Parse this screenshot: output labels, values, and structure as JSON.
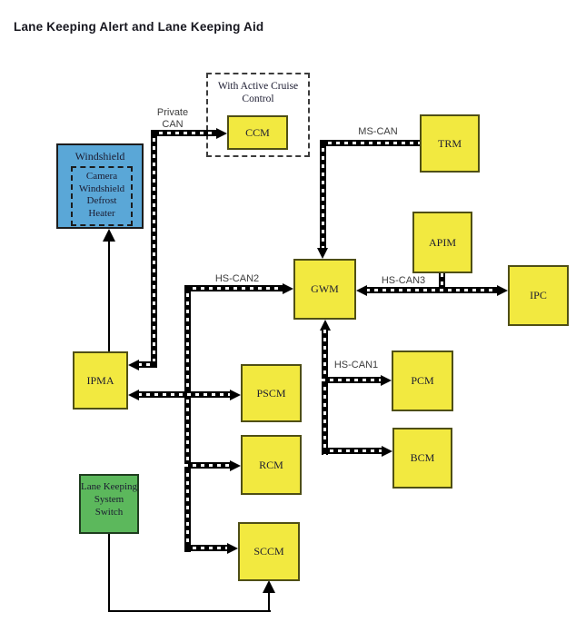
{
  "title": "Lane Keeping Alert and Lane Keeping Aid",
  "nodes": {
    "acc_group": "With Active Cruise Control",
    "ccm": "CCM",
    "trm": "TRM",
    "windshield": "Windshield",
    "camera_heater": "Camera Windshield Defrost Heater",
    "apim": "APIM",
    "gwm": "GWM",
    "ipc": "IPC",
    "ipma": "IPMA",
    "pscm": "PSCM",
    "rcm": "RCM",
    "sccm": "SCCM",
    "pcm": "PCM",
    "bcm": "BCM",
    "switch": "Lane Keeping System Switch"
  },
  "bus_labels": {
    "private_can": "Private CAN",
    "ms_can": "MS-CAN",
    "hs_can1": "HS-CAN1",
    "hs_can2": "HS-CAN2",
    "hs_can3": "HS-CAN3"
  },
  "colors": {
    "module_fill": "#f2e940",
    "windshield_fill": "#5aa7d7",
    "switch_fill": "#5cb85c",
    "bus_line": "#000000"
  }
}
